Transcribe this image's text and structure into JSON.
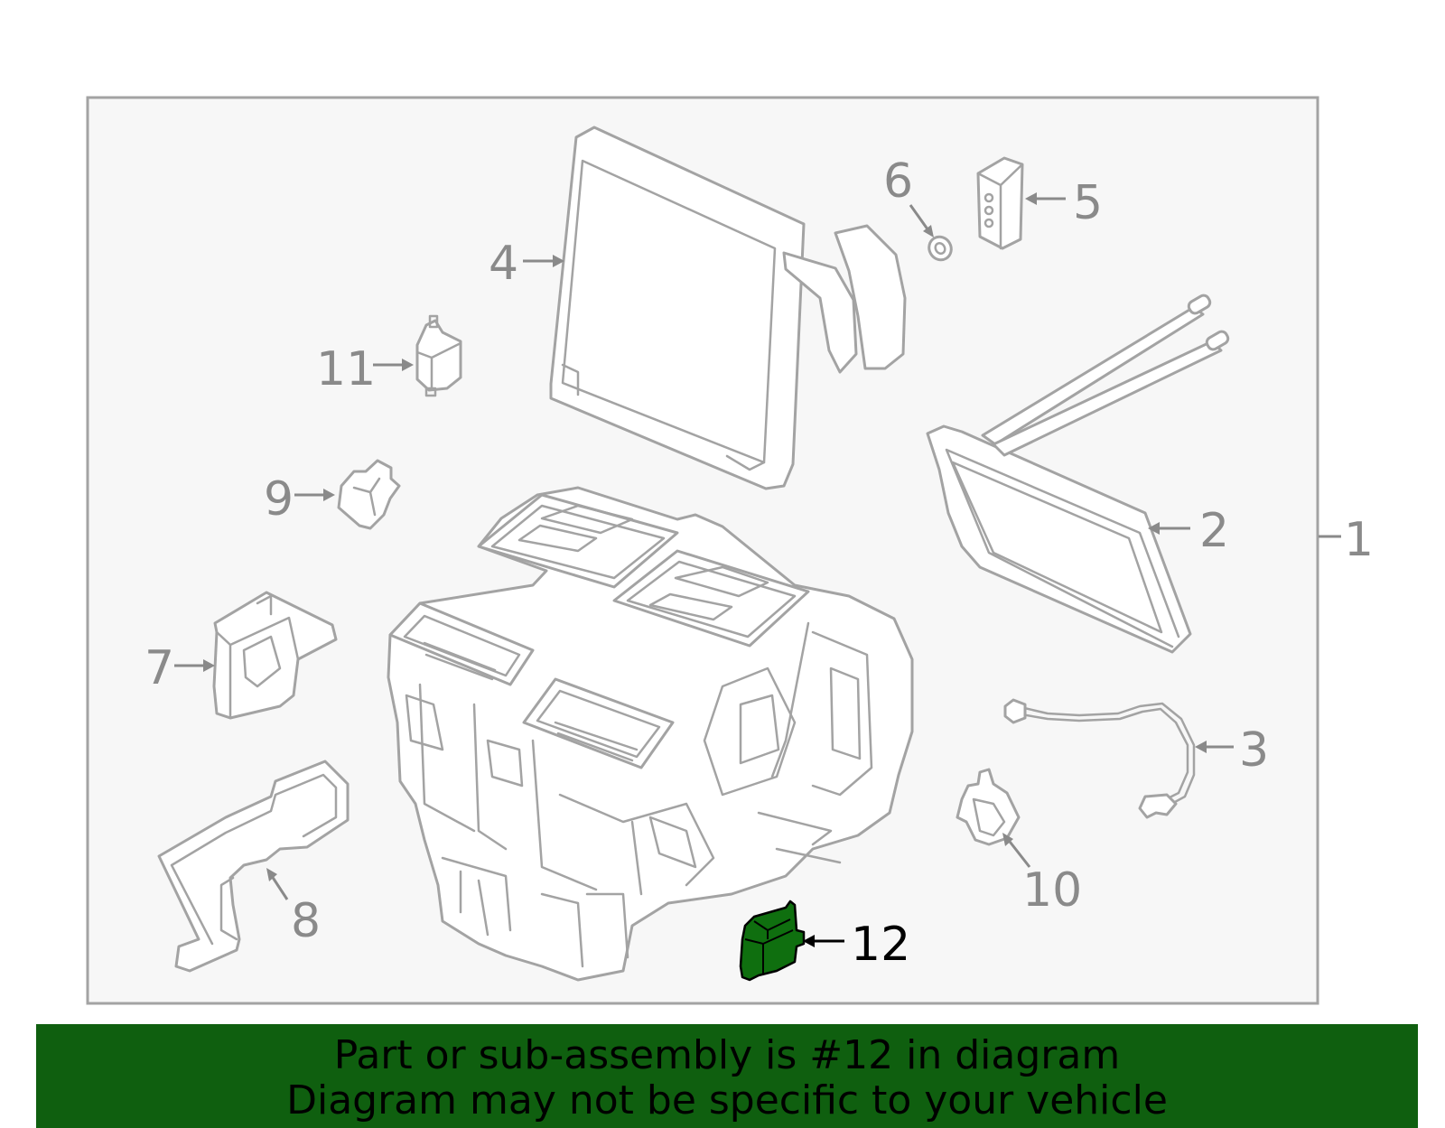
{
  "colors": {
    "frame_bg": "#f7f7f7",
    "frame_border": "#a3a3a3",
    "part_line": "#a3a3a3",
    "callout_text": "#8a8a8a",
    "highlight_fill": "#0f6f0f",
    "footer_bg": "#0f5f0f"
  },
  "callouts": {
    "c1": "1",
    "c2": "2",
    "c3": "3",
    "c4": "4",
    "c5": "5",
    "c6": "6",
    "c7": "7",
    "c8": "8",
    "c9": "9",
    "c10": "10",
    "c11": "11",
    "c12": "12"
  },
  "highlighted_part": "12",
  "footer": {
    "line1": "Part or sub-assembly is #12 in diagram",
    "line2": "Diagram may not be specific to your vehicle"
  }
}
